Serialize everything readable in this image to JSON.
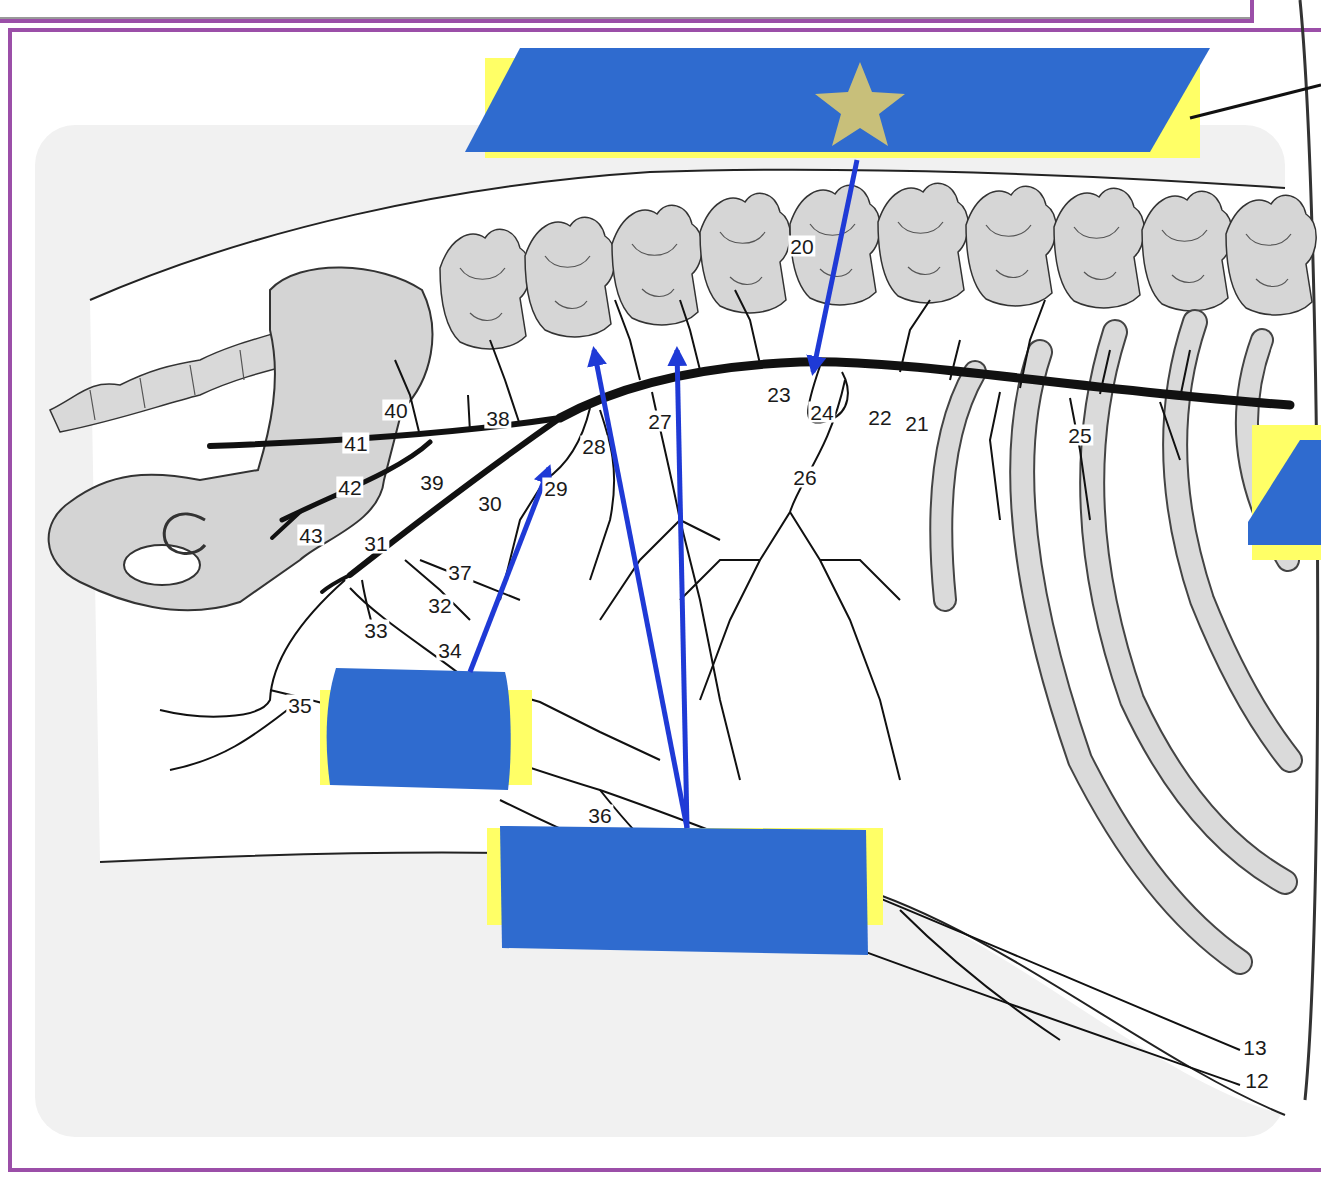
{
  "diagram": {
    "labels": [
      "20",
      "23",
      "24",
      "22",
      "21",
      "25",
      "26",
      "27",
      "28",
      "29",
      "30",
      "38",
      "40",
      "41",
      "42",
      "39",
      "43",
      "31",
      "37",
      "32",
      "33",
      "34",
      "35",
      "36",
      "13",
      "12"
    ]
  }
}
